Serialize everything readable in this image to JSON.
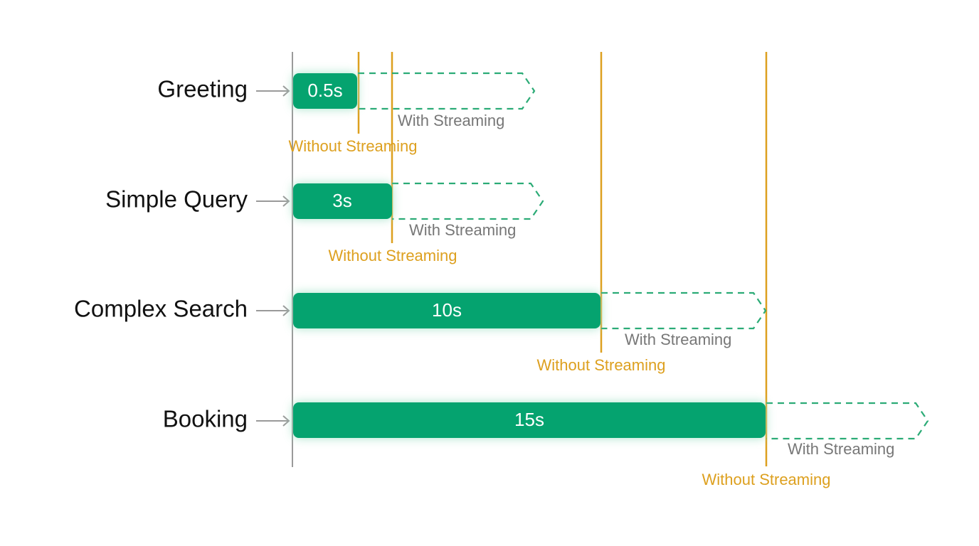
{
  "colors": {
    "bar": "#05a36f",
    "bar_glow": "#9fe0c4",
    "dashed": "#2bab76",
    "marker": "#dda01f",
    "axis": "#9a9a9a",
    "arrow": "#9a9a9a",
    "label": "#111111",
    "with_streaming_text": "#777777",
    "without_streaming_text": "#dda01f"
  },
  "rows": [
    {
      "label": "Greeting",
      "value_label": "0.5s",
      "with_streaming_label": "With Streaming",
      "without_streaming_label": "Without Streaming"
    },
    {
      "label": "Simple Query",
      "value_label": "3s",
      "with_streaming_label": "With Streaming",
      "without_streaming_label": "Without Streaming"
    },
    {
      "label": "Complex Search",
      "value_label": "10s",
      "with_streaming_label": "With Streaming",
      "without_streaming_label": "Without Streaming"
    },
    {
      "label": "Booking",
      "value_label": "15s",
      "with_streaming_label": "With Streaming",
      "without_streaming_label": "Without Streaming"
    }
  ]
}
